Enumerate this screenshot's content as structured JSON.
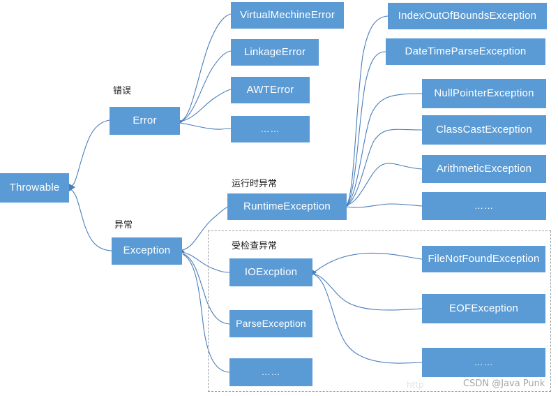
{
  "diagram": {
    "title": "Java Throwable hierarchy",
    "accent_color": "#5b9bd5",
    "edge_color": "#4a7ebb",
    "group_border_color": "#9aa0a6"
  },
  "nodes": {
    "throwable": "Throwable",
    "error": "Error",
    "exception": "Exception",
    "runtime_exception": "RuntimeException",
    "error_children": [
      "VirtualMechineError",
      "LinkageError",
      "AWTError",
      "……"
    ],
    "runtime_children": [
      "IndexOutOfBoundsException",
      "DateTimeParseException",
      "NullPointerException",
      "ClassCastException",
      "ArithmeticException",
      "……"
    ],
    "checked_children": [
      "IOExcption",
      "ParseException",
      "……"
    ],
    "io_children": [
      "FileNotFoundException",
      "EOFException",
      "……"
    ]
  },
  "labels": {
    "error_cn": "错误",
    "exception_cn": "异常",
    "runtime_cn": "运行时异常",
    "checked_cn": "受检查异常"
  },
  "watermarks": {
    "csdn": "CSDN @Java Punk",
    "faint": "http"
  }
}
